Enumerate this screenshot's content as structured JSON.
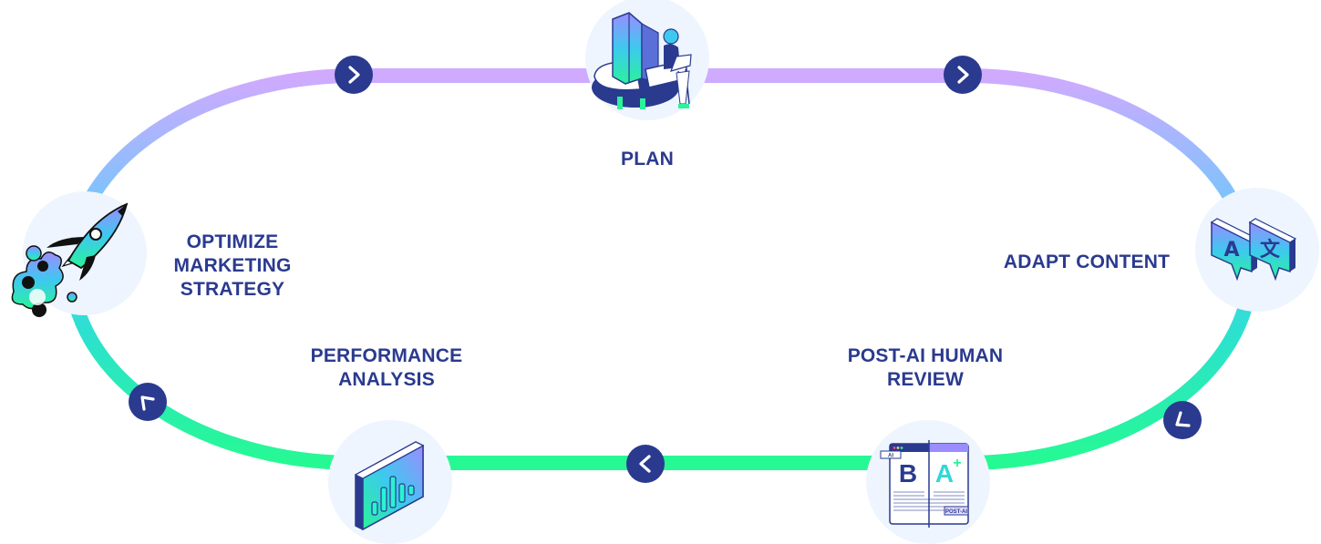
{
  "diagram": {
    "type": "cycle",
    "steps": [
      {
        "id": "plan",
        "label": "PLAN",
        "icon": "analyst-with-laptop-on-pie-chart-icon"
      },
      {
        "id": "adapt",
        "label": "ADAPT CONTENT",
        "icon": "translation-speech-bubbles-icon"
      },
      {
        "id": "review",
        "label": "POST-AI HUMAN\nREVIEW",
        "icon": "ai-vs-post-ai-document-icon",
        "icon_text": {
          "left_tag": "AI",
          "left_grade": "B",
          "right_grade": "A",
          "right_mark": "+",
          "right_tag": "POST-AI"
        }
      },
      {
        "id": "analysis",
        "label": "PERFORMANCE\nANALYSIS",
        "icon": "bar-chart-panel-icon"
      },
      {
        "id": "optimize",
        "label": "OPTIMIZE\nMARKETING\nSTRATEGY",
        "icon": "rocket-launch-icon"
      }
    ],
    "adapt_icon_text": {
      "latin": "A",
      "foreign": "文"
    },
    "direction": "clockwise",
    "arrows": [
      "next-arrow",
      "next-arrow",
      "next-arrow",
      "next-arrow",
      "next-arrow"
    ],
    "colors": {
      "label": "#2a3a8f",
      "arrow_bg": "#2a3a8f",
      "node_bg": "#eef5fe",
      "loop_top": "#d0aaff",
      "loop_mid": "#74c6fb",
      "loop_low": "#2de0d2",
      "loop_bottom": "#26f993"
    }
  }
}
